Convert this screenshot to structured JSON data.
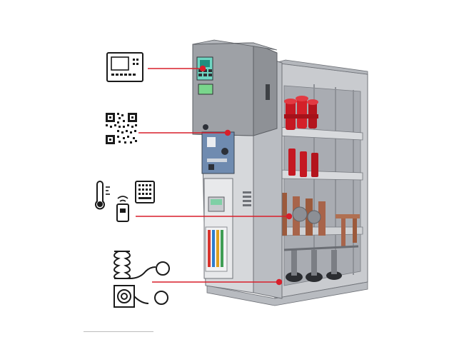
{
  "diagram": {
    "accent_color": "#d91f2a",
    "icon_color": "#1a1a1a",
    "callouts": [
      {
        "id": "hmi-panel",
        "icon": "control-panel-icon"
      },
      {
        "id": "qr-code",
        "icon": "qr-code-icon"
      },
      {
        "id": "sensors",
        "icon": "temperature-wireless-sensor-icon"
      },
      {
        "id": "current-sensors",
        "icon": "coil-transformer-icon"
      }
    ],
    "equipment": "medium-voltage-switchgear-cutaway"
  }
}
